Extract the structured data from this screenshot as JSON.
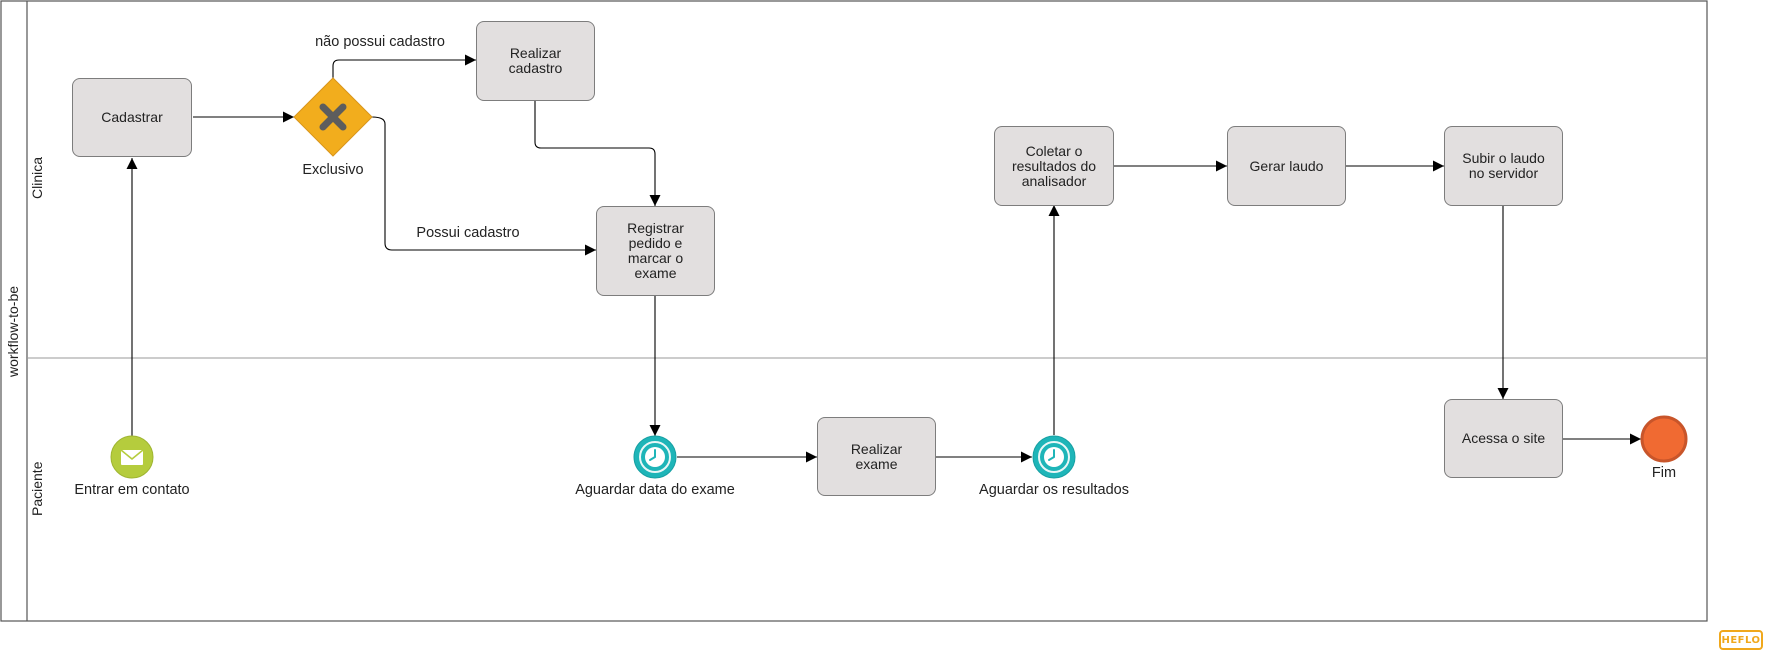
{
  "pool": {
    "name": "workflow-to-be"
  },
  "lanes": [
    {
      "name": "Clinica"
    },
    {
      "name": "Paciente"
    }
  ],
  "tasks": {
    "cadastrar": "Cadastrar",
    "realizar_cadastro": "Realizar\ncadastro",
    "registrar_pedido": "Registrar\npedido e\nmarcar o\nexame",
    "coletar_resultados": "Coletar o\nresultados do\nanalisador",
    "gerar_laudo": "Gerar laudo",
    "subir_laudo": "Subir o laudo\nno servidor",
    "realizar_exame": "Realizar\nexame",
    "acessa_site": "Acessa o site"
  },
  "events": {
    "start": {
      "label": "Entrar em contato",
      "type": "message-start",
      "color": "#b5cc3d"
    },
    "timer1": {
      "label": "Aguardar data do exame",
      "type": "timer-intermediate",
      "color": "#1eb5b8"
    },
    "timer2": {
      "label": "Aguardar os resultados",
      "type": "timer-intermediate",
      "color": "#1eb5b8"
    },
    "end": {
      "label": "Fim",
      "type": "end",
      "color": "#f06a32"
    }
  },
  "gateway": {
    "label": "Exclusivo",
    "type": "exclusive",
    "color": "#f2ad1d"
  },
  "flows": {
    "nao_possui": "não possui cadastro",
    "possui": "Possui cadastro"
  },
  "logo": {
    "text": "HEFLO",
    "color": "#f0a81c"
  }
}
